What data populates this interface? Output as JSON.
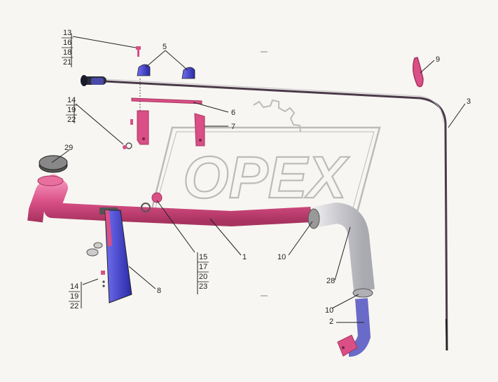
{
  "watermark": {
    "text": "OPEX"
  },
  "callouts": [
    {
      "id": "c13",
      "lines": [
        "13",
        "16",
        "18",
        "21"
      ]
    },
    {
      "id": "c5",
      "lines": [
        "5"
      ]
    },
    {
      "id": "c9",
      "lines": [
        "9"
      ]
    },
    {
      "id": "c3",
      "lines": [
        "3"
      ]
    },
    {
      "id": "c14a",
      "lines": [
        "14",
        "19",
        "22"
      ]
    },
    {
      "id": "c6",
      "lines": [
        "6"
      ]
    },
    {
      "id": "c7",
      "lines": [
        "7"
      ]
    },
    {
      "id": "c29",
      "lines": [
        "29"
      ]
    },
    {
      "id": "c15",
      "lines": [
        "15",
        "17",
        "20",
        "23"
      ]
    },
    {
      "id": "c1",
      "lines": [
        "1"
      ]
    },
    {
      "id": "c10a",
      "lines": [
        "10"
      ]
    },
    {
      "id": "c28",
      "lines": [
        "28"
      ]
    },
    {
      "id": "c14b",
      "lines": [
        "14",
        "19",
        "22"
      ]
    },
    {
      "id": "c8",
      "lines": [
        "8"
      ]
    },
    {
      "id": "c10b",
      "lines": [
        "10"
      ]
    },
    {
      "id": "c2",
      "lines": [
        "2"
      ]
    }
  ],
  "colors": {
    "pipe": "#d94f86",
    "pipe_dark": "#a8335f",
    "bracket": "#3b3bd6",
    "dipstick": "#4a3a48",
    "hose": "#d3d3d8",
    "line": "#222222",
    "watermark": "#8c8c8c"
  }
}
